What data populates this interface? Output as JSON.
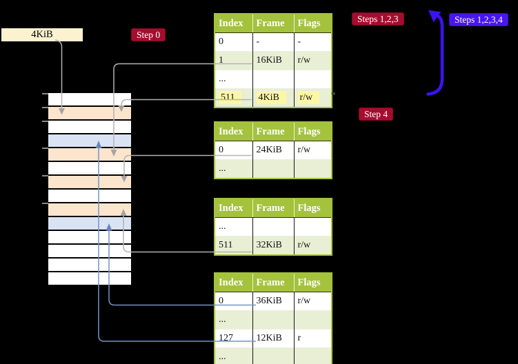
{
  "memory_label": {
    "text": "4KiB"
  },
  "badges": {
    "step0": "Step 0",
    "steps123": "Steps 1,2,3",
    "steps1234": "Steps 1,2,3,4",
    "step4": "Step 4"
  },
  "colors": {
    "background": "#000000",
    "table_header_green": "#a4c23c",
    "table_alt_row_green": "#e9efd5",
    "highlight_yellow": "#fbf7a4",
    "label_cream": "#fcf2d0",
    "badge_red": "#a50d2e",
    "badge_blue": "#4916f0",
    "big_arrow_blue": "#3d13ef",
    "thin_line_gray": "#b5b2b2",
    "thin_line_steelblue": "#7593c4",
    "stripe_white": "#ffffff",
    "stripe_orange": "#fce5cd",
    "stripe_blue": "#dae3f3"
  },
  "memory": {
    "stripe_colors": [
      "white",
      "orange",
      "white",
      "blue",
      "orange",
      "white",
      "orange",
      "white",
      "orange",
      "blue",
      "white",
      "white",
      "white",
      "white"
    ],
    "tick_positions": [
      135,
      155,
      175,
      214,
      254,
      294
    ]
  },
  "tables": {
    "t1": {
      "headers": [
        "Index",
        "Frame",
        "Flags"
      ],
      "rows": [
        [
          "0",
          "-",
          "-"
        ],
        [
          "1",
          "16KiB",
          "r/w"
        ],
        [
          "...",
          "",
          ""
        ],
        [
          "511",
          "4KiB",
          "r/w"
        ]
      ]
    },
    "t2": {
      "headers": [
        "Index",
        "Frame",
        "Flags"
      ],
      "rows": [
        [
          "0",
          "24KiB",
          "r/w"
        ],
        [
          "...",
          "",
          ""
        ]
      ]
    },
    "t3": {
      "headers": [
        "Index",
        "Frame",
        "Flags"
      ],
      "rows": [
        [
          "...",
          "",
          ""
        ],
        [
          "511",
          "32KiB",
          "r/w"
        ]
      ]
    },
    "t4": {
      "headers": [
        "Index",
        "Frame",
        "Flags"
      ],
      "rows": [
        [
          "0",
          "36KiB",
          "r/w"
        ],
        [
          "...",
          "",
          ""
        ],
        [
          "127",
          "12KiB",
          "r"
        ],
        [
          "...",
          "",
          ""
        ]
      ]
    }
  },
  "connectors": [
    {
      "from": "4KiB-label",
      "to": "memory-stripe-4KiB",
      "color": "gray"
    },
    {
      "from": "table1-row-1",
      "to": "memory-stripe-16KiB",
      "color": "gray"
    },
    {
      "from": "table1-row-511",
      "to": "memory-stripe-4KiB",
      "color": "gray"
    },
    {
      "from": "table2-row-0",
      "to": "memory-stripe-24KiB",
      "color": "gray"
    },
    {
      "from": "table3-row-511",
      "to": "memory-stripe-32KiB",
      "color": "gray"
    },
    {
      "from": "table4-row-0",
      "to": "memory-stripe-36KiB",
      "color": "steelblue"
    },
    {
      "from": "table4-row-127",
      "to": "memory-stripe-12KiB",
      "color": "steelblue"
    },
    {
      "from": "table1-row-511",
      "to": "table1-top",
      "color": "indigo"
    }
  ]
}
